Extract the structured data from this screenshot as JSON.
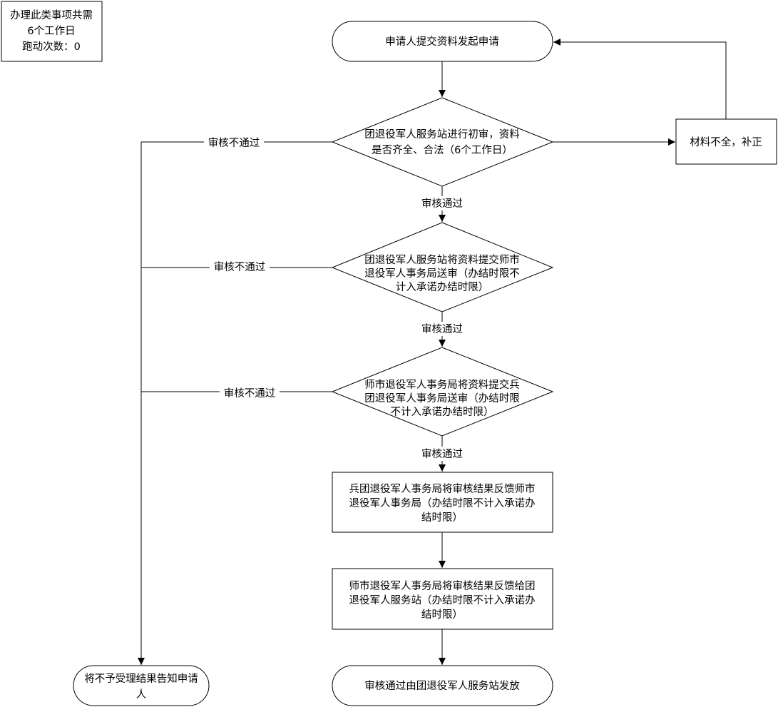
{
  "info_box": {
    "lines": [
      "办理此类事项共需",
      "6个工作日",
      "跑动次数：0"
    ]
  },
  "start": {
    "text": "申请人提交资料发起申请"
  },
  "decision1": {
    "lines": [
      "团退役军人服务站进行初审，资料",
      "是否齐全、合法（6个工作日）"
    ]
  },
  "supplement": {
    "text": "材料不全，补正"
  },
  "decision2": {
    "lines": [
      "团退役军人服务站将资料提交师市",
      "退役军人事务局送审（办结时限不",
      "计入承诺办结时限）"
    ]
  },
  "decision3": {
    "lines": [
      "师市退役军人事务局将资料提交兵",
      "团退役军人事务局送审（办结时限",
      "不计入承诺办结时限）"
    ]
  },
  "process1": {
    "lines": [
      "兵团退役军人事务局将审核结果反馈师市",
      "退役军人事务局（办结时限不计入承诺办",
      "结时限）"
    ]
  },
  "process2": {
    "lines": [
      "师市退役军人事务局将审核结果反馈给团",
      "退役军人服务站（办结时限不计入承诺办",
      "结时限）"
    ]
  },
  "end_success": {
    "text": "审核通过由团退役军人服务站发放"
  },
  "end_reject": {
    "lines": [
      "将不予受理结果告知申请",
      "人"
    ]
  },
  "labels": {
    "pass_1": "审核通过",
    "pass_2": "审核通过",
    "pass_3": "审核通过",
    "reject_1": "审核不通过",
    "reject_2": "审核不通过",
    "reject_3": "审核不通过"
  }
}
